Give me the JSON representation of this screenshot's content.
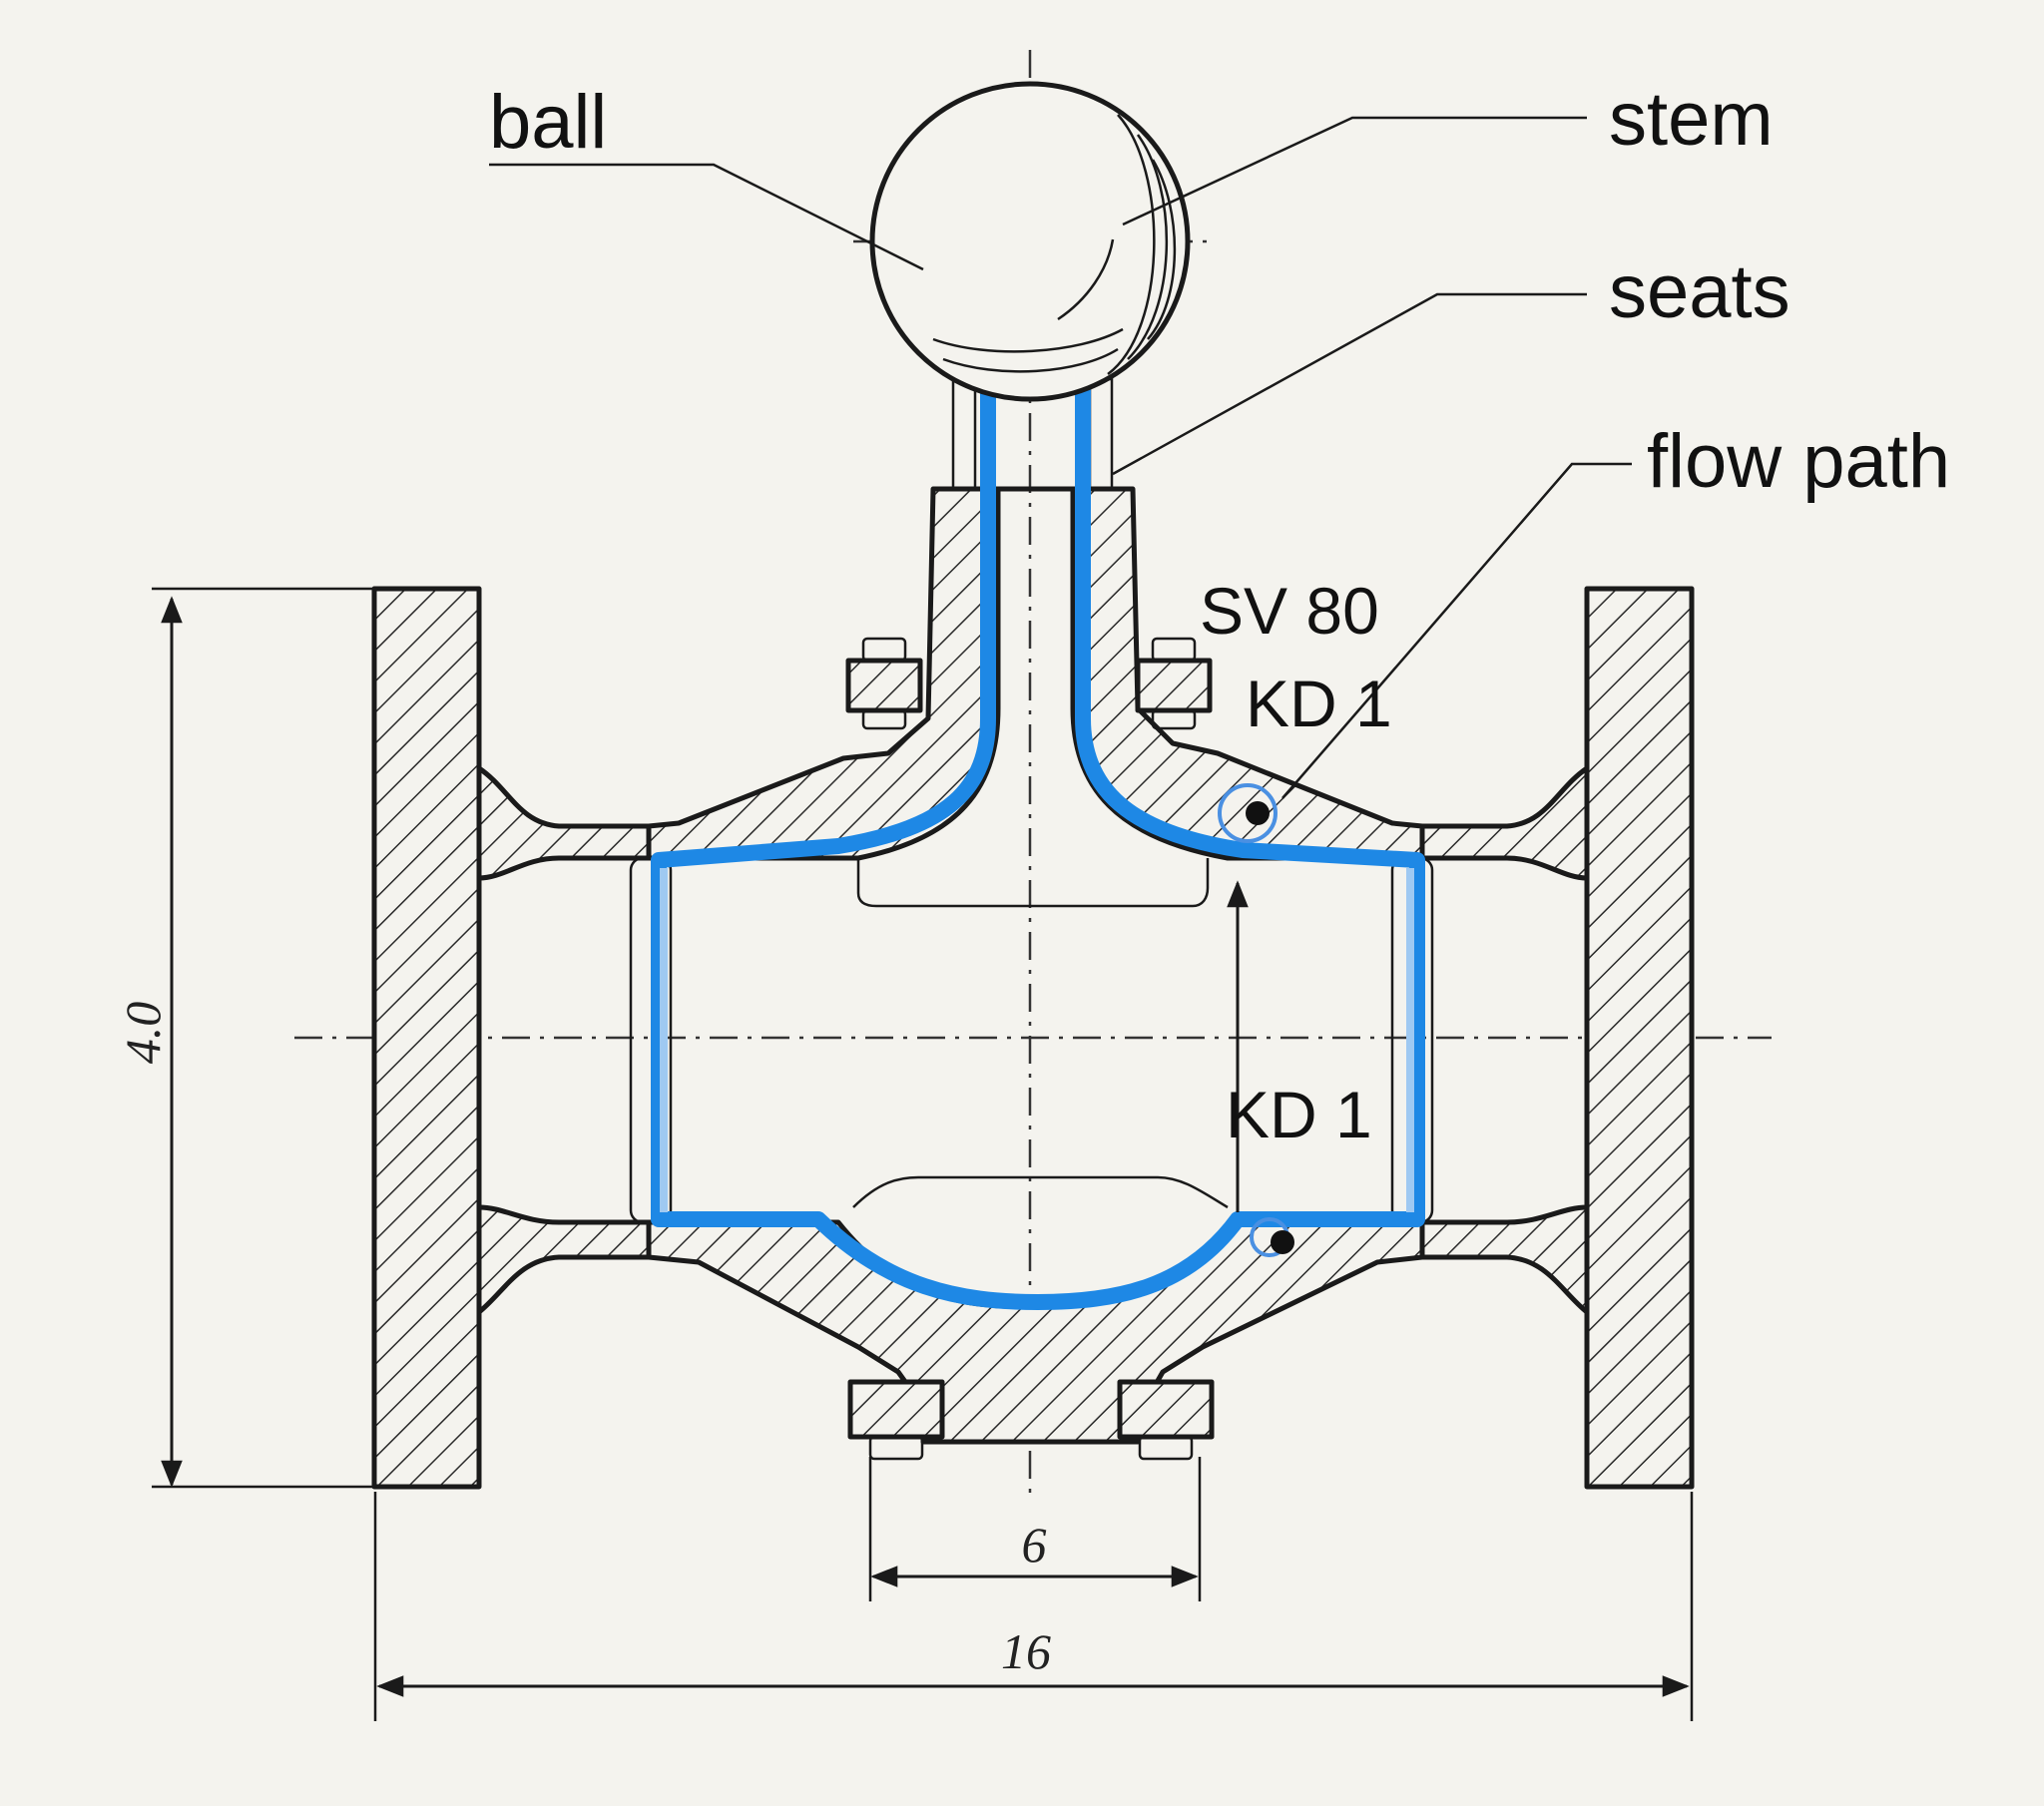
{
  "labels": {
    "ball": "ball",
    "stem": "stem",
    "seats": "seats",
    "flow_path": "flow path",
    "sv80": "SV 80",
    "kd1_upper": "KD 1",
    "kd1_lower": "KD 1"
  },
  "dimensions": {
    "height": "4.0",
    "bolt_spacing": "6",
    "overall_length": "16"
  },
  "colors": {
    "flow": "#1e88e5",
    "line": "#1a1a1a",
    "paper": "#f4f3ee"
  }
}
